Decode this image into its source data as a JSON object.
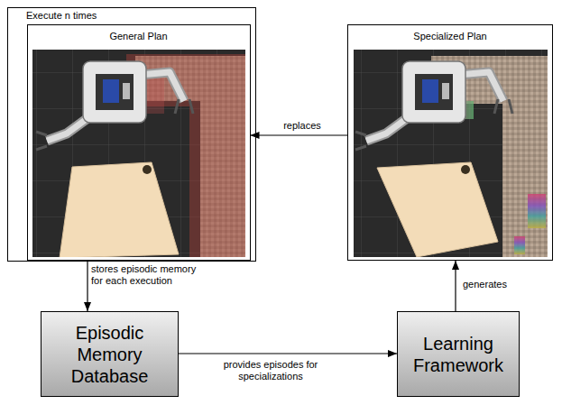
{
  "diagram": {
    "nodes": [
      {
        "text": [
          "Execute n times"
        ]
      },
      {
        "text": [
          "General Plan"
        ],
        "in": 0
      },
      {
        "text": [
          "Specialized Plan"
        ]
      },
      {
        "text": [
          "Episodic Memory Database"
        ]
      },
      {
        "text": [
          "Learning Framework"
        ]
      }
    ],
    "edges": [
      {
        "from": 2,
        "to": 1,
        "arrow": "to",
        "label": "replaces"
      },
      {
        "from": 1,
        "to": 3,
        "arrow": "to",
        "label": "stores episodic memory for each execution"
      },
      {
        "from": 3,
        "to": 4,
        "arrow": "to",
        "label": "provides episodes for specializations"
      },
      {
        "from": 4,
        "to": 2,
        "arrow": "to",
        "label": "generates"
      }
    ]
  }
}
